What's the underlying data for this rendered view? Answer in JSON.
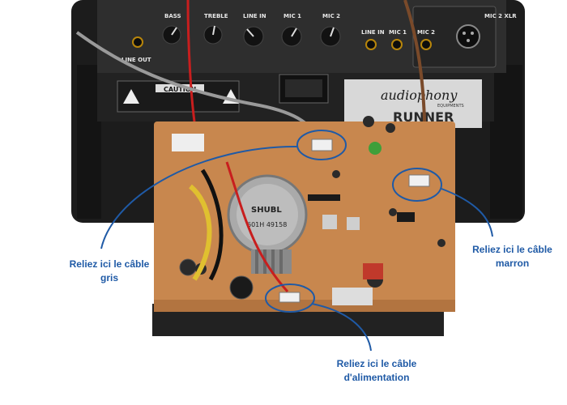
{
  "panel": {
    "knobs": [
      {
        "label": "BASS"
      },
      {
        "label": "TREBLE"
      },
      {
        "label": "LINE IN"
      },
      {
        "label": "MIC 1"
      },
      {
        "label": "MIC 2"
      }
    ],
    "jacks": {
      "line_out": "LINE OUT",
      "line_in": "LINE IN",
      "mic1": "MIC 1",
      "mic2": "MIC 2",
      "mic2_xlr": "MIC 2\nXLR"
    },
    "caution": "CAUTION",
    "brand": "audiophony",
    "brand_sub": "EQUIPMENTS",
    "model": "RUNNER",
    "transformer_text_1": "SHUBL",
    "transformer_text_2": "601H 49158"
  },
  "annotations": {
    "gris": {
      "line1": "Reliez ici le câble",
      "line2": "gris"
    },
    "marron": {
      "line1": "Reliez ici le câble",
      "line2": "marron"
    },
    "alimentation": {
      "line1": "Reliez ici le câble",
      "line2": "d'alimentation"
    }
  },
  "colors": {
    "annotation": "#1f5aa6",
    "pcb": "#c8874e",
    "chassis": "#1c1c1c",
    "panel": "#2b2b2b",
    "label_plate": "#d8d8d8"
  }
}
